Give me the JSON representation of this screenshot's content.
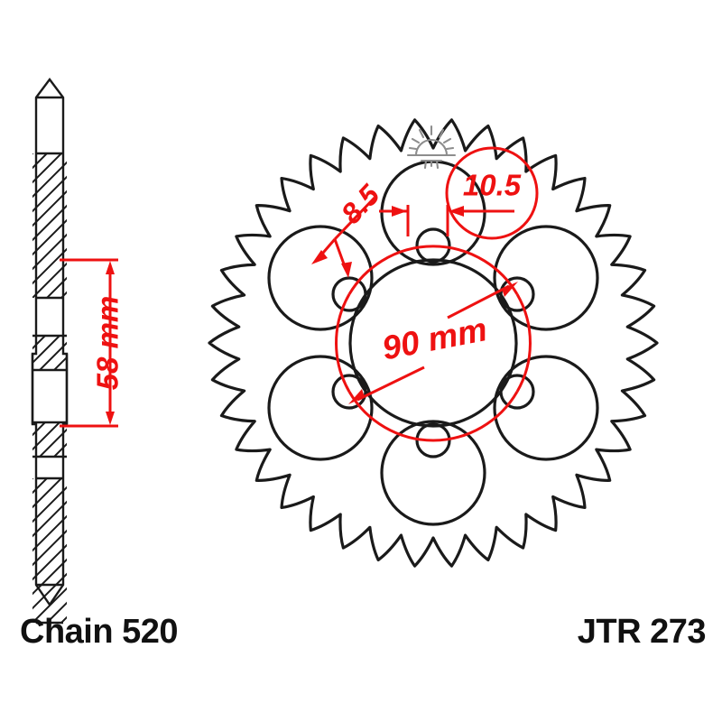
{
  "document": {
    "type": "technical-drawing",
    "subject": "motorcycle rear sprocket",
    "background_color": "#ffffff",
    "line_color": "#1a1a1a",
    "dimension_color": "#ee1111",
    "watermark_color": "#8d8d8d"
  },
  "captions": {
    "chain": "Chain 520",
    "part_number": "JTR 273"
  },
  "dimensions": {
    "bolt_hole_diameter": "8.5",
    "center_bore_note": "10.5",
    "bolt_circle": "90 mm",
    "thickness_span": "58 mm"
  },
  "views": {
    "side_profile": {
      "name": "side-section-view",
      "hatched_sections": 4,
      "dimension_label": "58 mm"
    },
    "face_view": {
      "name": "face-view",
      "teeth_count": 38,
      "lightening_holes": 6,
      "bolt_holes": 6,
      "center_bore": true
    }
  },
  "watermark": {
    "icon": "sunrise-icon"
  }
}
